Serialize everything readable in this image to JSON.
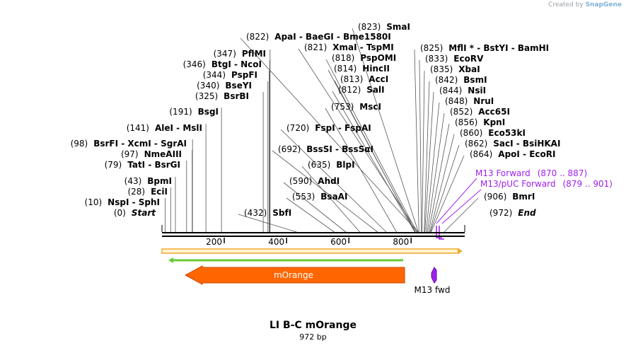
{
  "credit": {
    "prefix": "Created by",
    "brand": "SnapGene"
  },
  "title": "LI B-C mOrange",
  "subtitle": "972 bp",
  "sequence_length": 972,
  "enzymes": [
    {
      "pos": "(0)",
      "name": "Start",
      "site": 0,
      "italic": true
    },
    {
      "pos": "(10)",
      "name": "NspI  -  SphI",
      "site": 10
    },
    {
      "pos": "(28)",
      "name": "EciI",
      "site": 28
    },
    {
      "pos": "(43)",
      "name": "BpmI",
      "site": 43
    },
    {
      "pos": "(79)",
      "name": "TatI  -  BsrGI",
      "site": 79
    },
    {
      "pos": "(97)",
      "name": "NmeAIII",
      "site": 97
    },
    {
      "pos": "(98)",
      "name": "BsrFI  -  XcmI  -  SgrAI",
      "site": 98
    },
    {
      "pos": "(141)",
      "name": "AleI  -  MslI",
      "site": 141
    },
    {
      "pos": "(191)",
      "name": "BsgI",
      "site": 191
    },
    {
      "pos": "(325)",
      "name": "BsrBI",
      "site": 325
    },
    {
      "pos": "(340)",
      "name": "BseYI",
      "site": 340
    },
    {
      "pos": "(344)",
      "name": "PspFI",
      "site": 344
    },
    {
      "pos": "(346)",
      "name": "BtgI  -  NcoI",
      "site": 346
    },
    {
      "pos": "(347)",
      "name": "PflMI",
      "site": 347
    },
    {
      "pos": "(432)",
      "name": "SbfI",
      "site": 432
    },
    {
      "pos": "(553)",
      "name": "BsaAI",
      "site": 553
    },
    {
      "pos": "(590)",
      "name": "AhdI",
      "site": 590
    },
    {
      "pos": "(635)",
      "name": "BlpI",
      "site": 635
    },
    {
      "pos": "(692)",
      "name": "BssSI  -  BssSαI",
      "site": 692
    },
    {
      "pos": "(720)",
      "name": "FspI  -  FspAI",
      "site": 720
    },
    {
      "pos": "(753)",
      "name": "MscI",
      "site": 753
    },
    {
      "pos": "(812)",
      "name": "SalI",
      "site": 812
    },
    {
      "pos": "(813)",
      "name": "AccI",
      "site": 813
    },
    {
      "pos": "(814)",
      "name": "HincII",
      "site": 814
    },
    {
      "pos": "(818)",
      "name": "PspOMI",
      "site": 818
    },
    {
      "pos": "(821)",
      "name": "XmaI  -  TspMI",
      "site": 821
    },
    {
      "pos": "(822)",
      "name": "ApaI  -  BaeGI  -  Bme1580I",
      "site": 822
    },
    {
      "pos": "(823)",
      "name": "SmaI",
      "site": 823
    },
    {
      "pos": "(825)",
      "name": "MflI * -  BstYI  -  BamHI",
      "site": 825
    },
    {
      "pos": "(833)",
      "name": "EcoRV",
      "site": 833
    },
    {
      "pos": "(835)",
      "name": "XbaI",
      "site": 835
    },
    {
      "pos": "(842)",
      "name": "BsmI",
      "site": 842
    },
    {
      "pos": "(844)",
      "name": "NsiI",
      "site": 844
    },
    {
      "pos": "(848)",
      "name": "NruI",
      "site": 848
    },
    {
      "pos": "(852)",
      "name": "Acc65I",
      "site": 852
    },
    {
      "pos": "(856)",
      "name": "KpnI",
      "site": 856
    },
    {
      "pos": "(860)",
      "name": "Eco53kI",
      "site": 860
    },
    {
      "pos": "(862)",
      "name": "SacI  -  BsiHKAI",
      "site": 862
    },
    {
      "pos": "(864)",
      "name": "ApoI  -  EcoRI",
      "site": 864
    },
    {
      "pos": "(906)",
      "name": "BmrI",
      "site": 906
    },
    {
      "pos": "(972)",
      "name": "End",
      "site": 972,
      "italic": true
    }
  ],
  "primers": [
    {
      "name": "M13 Forward",
      "range": "(870 .. 887)"
    },
    {
      "name": "M13/pUC Forward",
      "range": "(879 .. 901)"
    }
  ],
  "ruler": {
    "ticks": [
      "200",
      "400",
      "600",
      "800"
    ]
  },
  "features": {
    "orange_feature": "mOrange",
    "primer_feature": "M13 fwd"
  },
  "colors": {
    "orange": "#ff6600",
    "primer": "#a020f0",
    "green": "#66cc33",
    "orf_outline": "#f0a830",
    "orf_fill": "#fff4d0"
  }
}
